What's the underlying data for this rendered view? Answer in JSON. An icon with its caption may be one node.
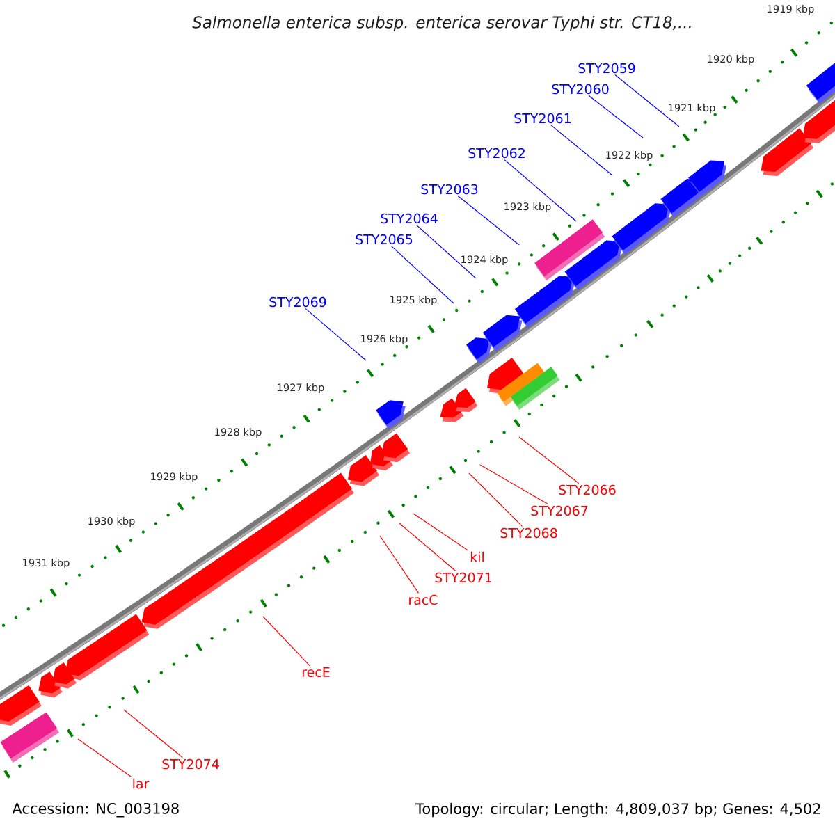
{
  "diagram": {
    "title": "Salmonella enterica subsp. enterica serovar Typhi str. CT18,...",
    "nodes": [
      {
        "text": [
          "STY2059"
        ]
      },
      {
        "text": [
          "STY2060"
        ]
      },
      {
        "text": [
          "STY2061"
        ]
      },
      {
        "text": [
          "STY2062"
        ]
      },
      {
        "text": [
          "STY2063"
        ]
      },
      {
        "text": [
          "STY2064"
        ]
      },
      {
        "text": [
          "STY2065"
        ]
      },
      {
        "text": [
          "STY2069"
        ]
      },
      {
        "text": [
          "STY2066"
        ]
      },
      {
        "text": [
          "STY2067"
        ]
      },
      {
        "text": [
          "STY2068"
        ]
      },
      {
        "text": [
          "kil"
        ]
      },
      {
        "text": [
          "STY2071"
        ]
      },
      {
        "text": [
          "racC"
        ]
      },
      {
        "text": [
          "recE"
        ]
      },
      {
        "text": [
          "STY2074"
        ]
      },
      {
        "text": [
          "lar"
        ]
      }
    ],
    "edges": [
      {
        "from": 0,
        "to": null,
        "arrow": "none",
        "color": "#0000ff"
      },
      {
        "from": 1,
        "to": null,
        "arrow": "none",
        "color": "#0000ff"
      },
      {
        "from": 2,
        "to": null,
        "arrow": "none",
        "color": "#0000ff"
      },
      {
        "from": 3,
        "to": null,
        "arrow": "none",
        "color": "#0000ff"
      },
      {
        "from": 4,
        "to": null,
        "arrow": "none",
        "color": "#0000ff"
      },
      {
        "from": 5,
        "to": null,
        "arrow": "none",
        "color": "#0000ff"
      },
      {
        "from": 6,
        "to": null,
        "arrow": "none",
        "color": "#0000ff"
      },
      {
        "from": 7,
        "to": null,
        "arrow": "none",
        "color": "#0000ff"
      },
      {
        "from": 8,
        "to": null,
        "arrow": "none"
      },
      {
        "from": 9,
        "to": null,
        "arrow": "none"
      },
      {
        "from": 10,
        "to": null,
        "arrow": "none"
      },
      {
        "from": 11,
        "to": null,
        "arrow": "none"
      },
      {
        "from": 12,
        "to": null,
        "arrow": "none"
      },
      {
        "from": 13,
        "to": null,
        "arrow": "none"
      },
      {
        "from": 14,
        "to": null,
        "arrow": "none"
      },
      {
        "from": 15,
        "to": null,
        "arrow": "none"
      },
      {
        "from": 16,
        "to": null,
        "arrow": "none"
      }
    ],
    "labels": [
      "1919 kbp",
      "1920 kbp",
      "1921 kbp",
      "1922 kbp",
      "1923 kbp",
      "1924 kbp",
      "1925 kbp",
      "1926 kbp",
      "1927 kbp",
      "1928 kbp",
      "1929 kbp",
      "1930 kbp",
      "1931 kbp",
      "Accession: NC_003198",
      "Topology: circular; Length: 4,809,037 bp; Genes: 4,502"
    ]
  }
}
